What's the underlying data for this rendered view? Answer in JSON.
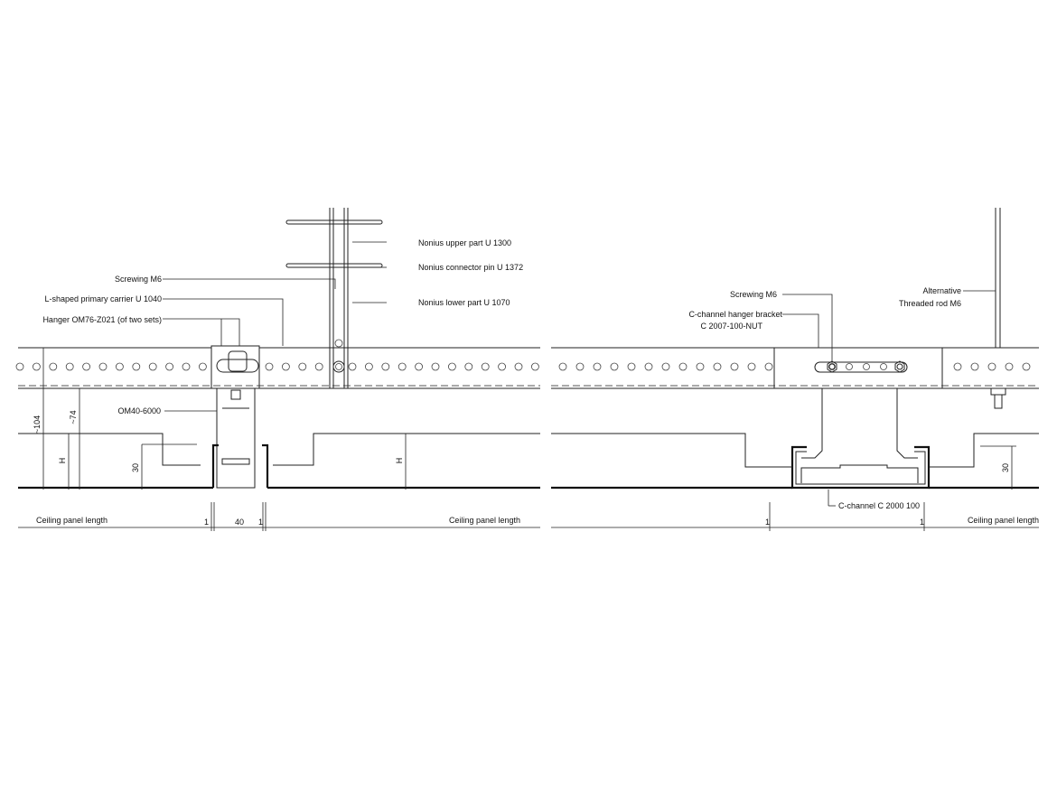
{
  "left_detail": {
    "labels": {
      "nonius_upper": "Nonius upper part U 1300",
      "nonius_connector": "Nonius connector pin U 1372",
      "nonius_lower": "Nonius lower part U 1070",
      "screwing": "Screwing M6",
      "primary_carrier": "L-shaped primary carrier U 1040",
      "hanger": "Hanger OM76-Z021 (of two sets)",
      "profile": "OM40-6000"
    },
    "dimensions": {
      "d104": "~104",
      "d74": "~74",
      "h_left": "H",
      "h_right": "H",
      "d30": "30",
      "gap_left": "1",
      "width": "40",
      "gap_right": "1"
    },
    "panel_length_left": "Ceiling panel length",
    "panel_length_right": "Ceiling panel length"
  },
  "right_detail": {
    "labels": {
      "screwing": "Screwing M6",
      "bracket_line1": "C-channel hanger bracket",
      "bracket_line2": "C 2007-100-NUT",
      "alt_line1": "Alternative",
      "alt_line2": "Threaded rod M6",
      "channel": "C-channel C 2000 100"
    },
    "dimensions": {
      "d30": "30",
      "gap_left": "1",
      "gap_right": "1"
    },
    "panel_length": "Ceiling panel length"
  }
}
